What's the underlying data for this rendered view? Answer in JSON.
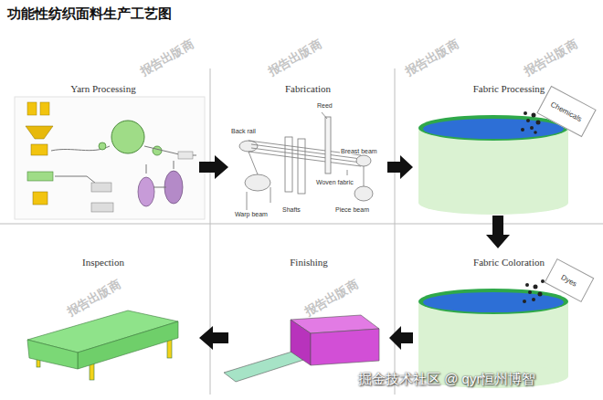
{
  "diagram": {
    "title": "功能性纺织面料生产工艺图",
    "nodes": [
      {
        "text": [
          "Yarn Processing"
        ]
      },
      {
        "text": [
          "Fabrication"
        ]
      },
      {
        "text": [
          "Fabric Processing"
        ]
      },
      {
        "text": [
          "Chemicals"
        ],
        "in": 2
      },
      {
        "text": [
          "Inspection"
        ]
      },
      {
        "text": [
          "Finishing"
        ]
      },
      {
        "text": [
          "Fabric Coloration"
        ]
      },
      {
        "text": [
          "Dyes"
        ],
        "in": 6
      }
    ],
    "edges": [
      {
        "from": 0,
        "to": 1,
        "arrow": "to"
      },
      {
        "from": 1,
        "to": 2,
        "arrow": "to"
      },
      {
        "from": 2,
        "to": 6,
        "arrow": "to"
      },
      {
        "from": 6,
        "to": 5,
        "arrow": "to"
      },
      {
        "from": 5,
        "to": 4,
        "arrow": "to"
      }
    ],
    "labels": [
      "Back rail",
      "Reed",
      "Warp beam",
      "Shafts",
      "Breast beam",
      "Woven fabric",
      "Piece beam",
      "报告出版商",
      "报告出版商",
      "报告出版商",
      "报告出版商",
      "报告出版商",
      "报告出版商",
      "掘金技术社区 @ qyr恒州博智"
    ]
  }
}
